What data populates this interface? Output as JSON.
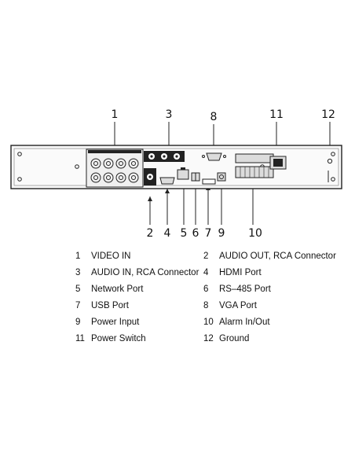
{
  "callouts": {
    "c1": "1",
    "c2": "2",
    "c3": "3",
    "c4": "4",
    "c5": "5",
    "c6": "6",
    "c7": "7",
    "c8": "8",
    "c9": "9",
    "c10": "10",
    "c11": "11",
    "c12": "12"
  },
  "legend": [
    {
      "num": "1",
      "label": "VIDEO IN"
    },
    {
      "num": "2",
      "label": "AUDIO OUT, RCA Connector"
    },
    {
      "num": "3",
      "label": "AUDIO IN, RCA Connector"
    },
    {
      "num": "4",
      "label": "HDMI Port"
    },
    {
      "num": "5",
      "label": "Network Port"
    },
    {
      "num": "6",
      "label": "RS–485 Port"
    },
    {
      "num": "7",
      "label": "USB Port"
    },
    {
      "num": "8",
      "label": "VGA Port"
    },
    {
      "num": "9",
      "label": "Power Input"
    },
    {
      "num": "10",
      "label": "Alarm In/Out"
    },
    {
      "num": "11",
      "label": "Power Switch"
    },
    {
      "num": "12",
      "label": "Ground"
    }
  ],
  "colors": {
    "line": "#222222",
    "panel_fill": "#f4f4f4",
    "port_fill": "#dcdcdc"
  },
  "icons": [
    "bnc-connector",
    "rca-connector",
    "hdmi-port",
    "rj45-port",
    "usb-port",
    "vga-port",
    "power-jack",
    "terminal-block",
    "rocker-switch",
    "ground-screw"
  ]
}
